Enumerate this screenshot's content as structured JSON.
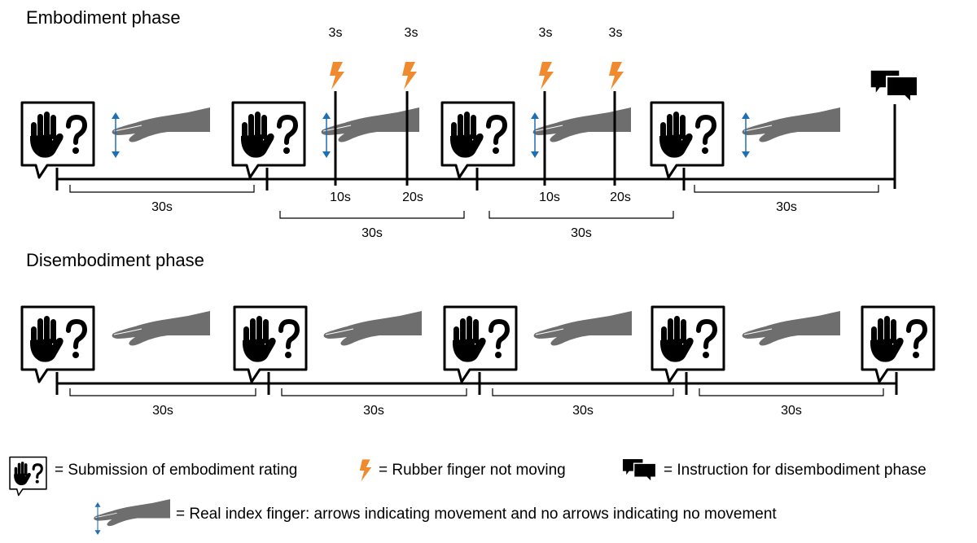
{
  "embodiment": {
    "title": "Embodiment phase",
    "stim_times": [
      "3s",
      "3s",
      "3s",
      "3s"
    ],
    "tick_labels": [
      "10s",
      "20s",
      "10s",
      "20s"
    ],
    "segment_labels": [
      "30s",
      "30s",
      "30s",
      "30s"
    ]
  },
  "disembodiment": {
    "title": "Disembodiment phase",
    "segment_labels": [
      "30s",
      "30s",
      "30s",
      "30s"
    ]
  },
  "legend": {
    "rating": "= Submission of embodiment rating",
    "stimulus": "= Rubber finger not moving",
    "instruction": "= Instruction for disembodiment phase",
    "finger": "= Real index finger: arrows indicating movement and no arrows indicating no movement"
  },
  "colors": {
    "lightning": "#F08A2E",
    "arrow": "#1F6FB5",
    "hand_fill": "#6E6E6E",
    "ink": "#000000"
  },
  "icons": {
    "rating": "hand-question-speech-bubble-icon",
    "stimulus": "lightning-bolt-icon",
    "instruction": "speech-bubbles-icon",
    "finger": "hand-with-arrows-icon"
  }
}
